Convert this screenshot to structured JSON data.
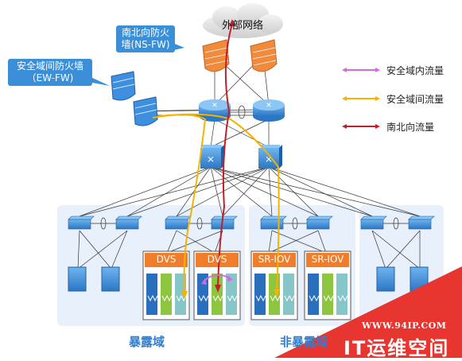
{
  "cloud_label": "外部网络",
  "ns_fw_label": "南北向防火墙(NS-FW)",
  "ew_fw_label": "安全域间防火墙（EW-FW)",
  "legend": [
    {
      "label": "安全域内流量",
      "color": "#d36be0"
    },
    {
      "label": "安全域间流量",
      "color": "#f2b400"
    },
    {
      "label": "南北向流量",
      "color": "#c0202a"
    }
  ],
  "server_group_labels": [
    "DVS",
    "DVS",
    "SR-IOV",
    "SR-IOV"
  ],
  "zones": [
    {
      "label": "暴露域"
    },
    {
      "label": "非暴露域"
    }
  ],
  "watermark": {
    "url": "WWW.94IP.COM",
    "name": "IT运维空间"
  },
  "colors": {
    "device": "#3a8fdb",
    "zone_bg": "#e8f1fb",
    "server_label": "#ef7d2b",
    "firewall_ns": "#f08a3c",
    "firewall_ew": "#3e8fe0",
    "watermark_bg": "#e8352f"
  }
}
